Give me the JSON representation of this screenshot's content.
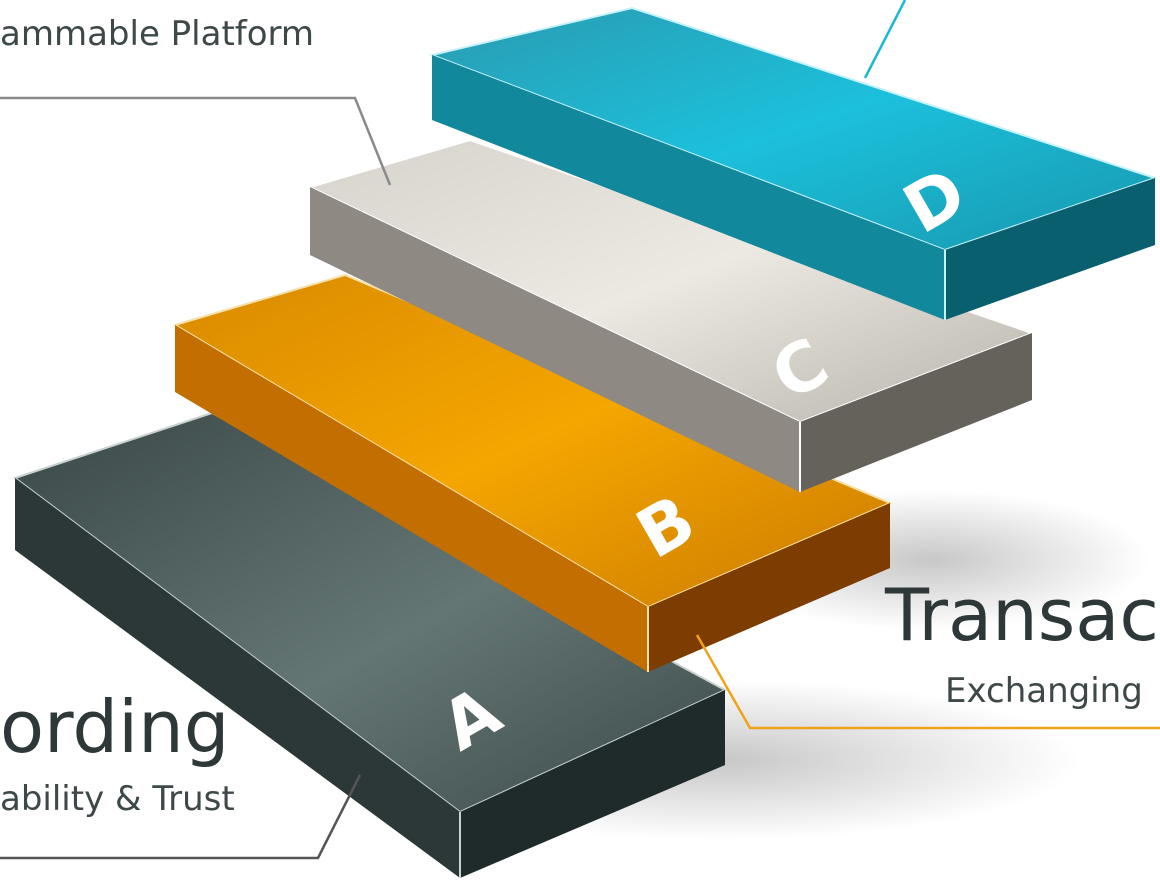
{
  "layers": [
    {
      "id": "A",
      "letter": "A",
      "title": "ording",
      "subtitle": "ability & Trust",
      "color_top": "#5d6d6b",
      "color_front": "#2a3535",
      "color_side": "#1e2828",
      "line_color": "#555555"
    },
    {
      "id": "B",
      "letter": "B",
      "title": "Transact",
      "subtitle": "Exchanging",
      "color_top": "#f5a500",
      "color_front": "#c87800",
      "color_side": "#8a4a00",
      "line_color": "#f0a21a"
    },
    {
      "id": "C",
      "letter": "C",
      "title": "",
      "subtitle": "ammable Platform",
      "color_top": "#e7e4dc",
      "color_front": "#9a968f",
      "color_side": "#6e6a64",
      "line_color": "#777777"
    },
    {
      "id": "D",
      "letter": "D",
      "title": "",
      "subtitle": "",
      "color_top": "#1bb6cf",
      "color_front": "#0f8fa5",
      "color_side": "#0b6b7b",
      "line_color": "#1ab8d6"
    }
  ]
}
